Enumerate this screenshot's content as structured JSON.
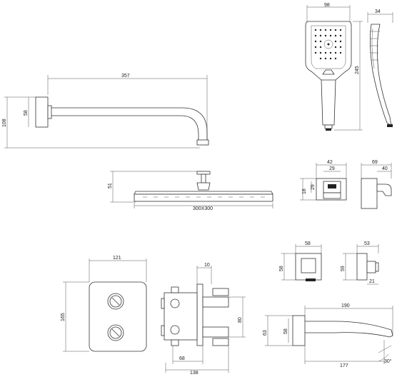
{
  "dimensions": {
    "arm_length": "357",
    "arm_height_total": "108",
    "arm_flange": "58",
    "hand_width": "98",
    "hand_depth": "34",
    "hand_length": "245",
    "head_height": "51",
    "head_size": "300X300",
    "outlet_width": "42",
    "outlet_inner": "29",
    "outlet_h1": "18",
    "outlet_h2": "29",
    "holder_width": "69",
    "holder_inner": "40",
    "valve_width": "121",
    "valve_height": "165",
    "body_depth_top": "10",
    "body_height": "80",
    "body_depth_inner": "68",
    "body_depth_total": "138",
    "elbow_width": "58",
    "elbow_height": "58",
    "elbow2_width": "53",
    "elbow2_height": "59",
    "elbow2_small": "21",
    "spout_length": "190",
    "spout_height_total": "63",
    "spout_flange": "58",
    "spout_projection": "177",
    "spout_angle": "30°"
  }
}
